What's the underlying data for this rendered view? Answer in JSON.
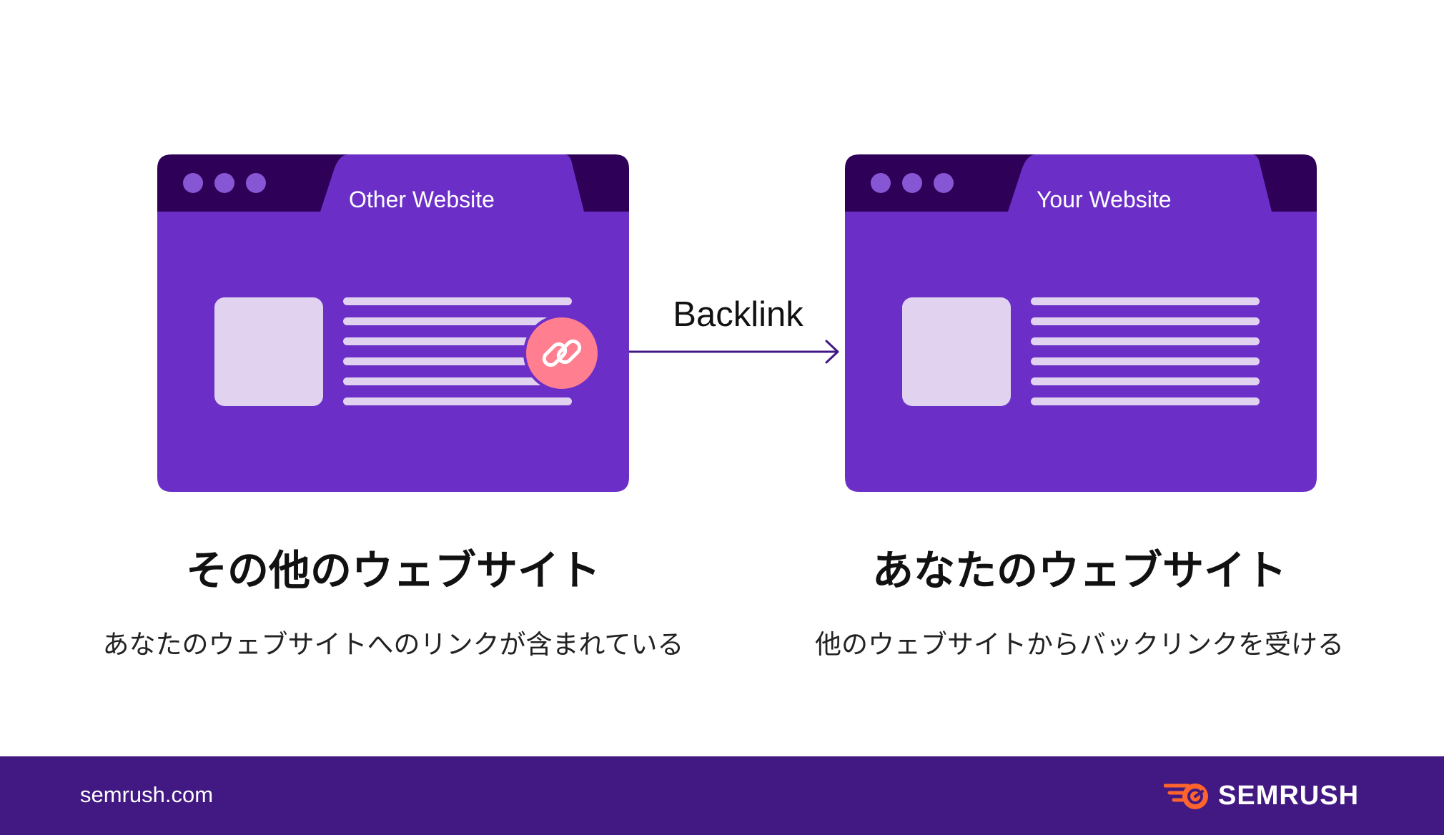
{
  "colors": {
    "window_bar": "#2F0057",
    "window_body": "#6B2FC8",
    "window_dots": "#8756D4",
    "content_block": "#E1D3F0",
    "link_badge": "#FF7E8F",
    "arrow": "#421983",
    "footer_bg": "#421983",
    "brand_accent": "#FF642D"
  },
  "source_window": {
    "tab_label": "Other Website",
    "title": "その他のウェブサイト",
    "description": "あなたのウェブサイトへのリンクが含まれている",
    "icon": "link-icon"
  },
  "target_window": {
    "tab_label": "Your Website",
    "title": "あなたのウェブサイト",
    "description": "他のウェブサイトからバックリンクを受ける"
  },
  "connector": {
    "label": "Backlink"
  },
  "footer": {
    "url": "semrush.com",
    "brand": "SEMRUSH"
  }
}
